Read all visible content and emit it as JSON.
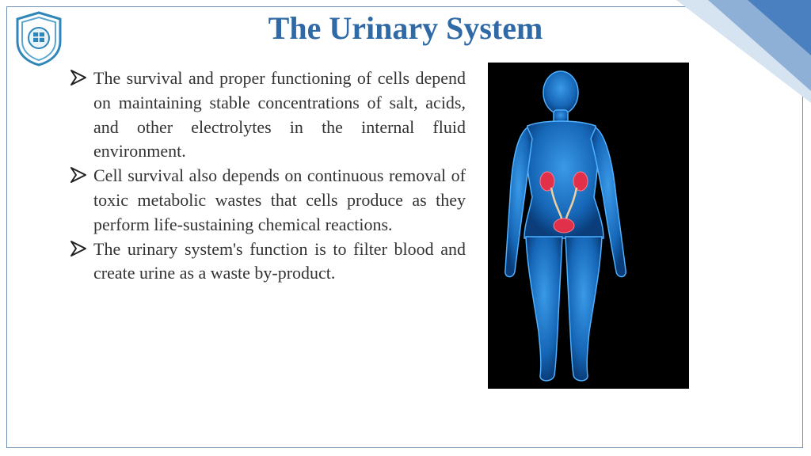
{
  "slide": {
    "title": "The Urinary System",
    "bullets": [
      "The survival and proper functioning of cells depend on maintaining stable concentrations of salt, acids, and other electrolytes in the internal fluid environment.",
      "Cell survival also depends on continuous removal of toxic metabolic wastes that cells produce as they perform life-sustaining chemical reactions.",
      "The urinary system's function is to filter blood and create urine as a waste by-product."
    ]
  },
  "colors": {
    "title": "#2f6aa6",
    "text": "#333333",
    "accent": "#4a7fc0",
    "figure_bg": "#000000",
    "body_glow": "#1e73c8",
    "organs": "#e0304a"
  },
  "icons": {
    "bullet": "arrowhead-bullet-icon",
    "logo": "university-crest-icon"
  }
}
